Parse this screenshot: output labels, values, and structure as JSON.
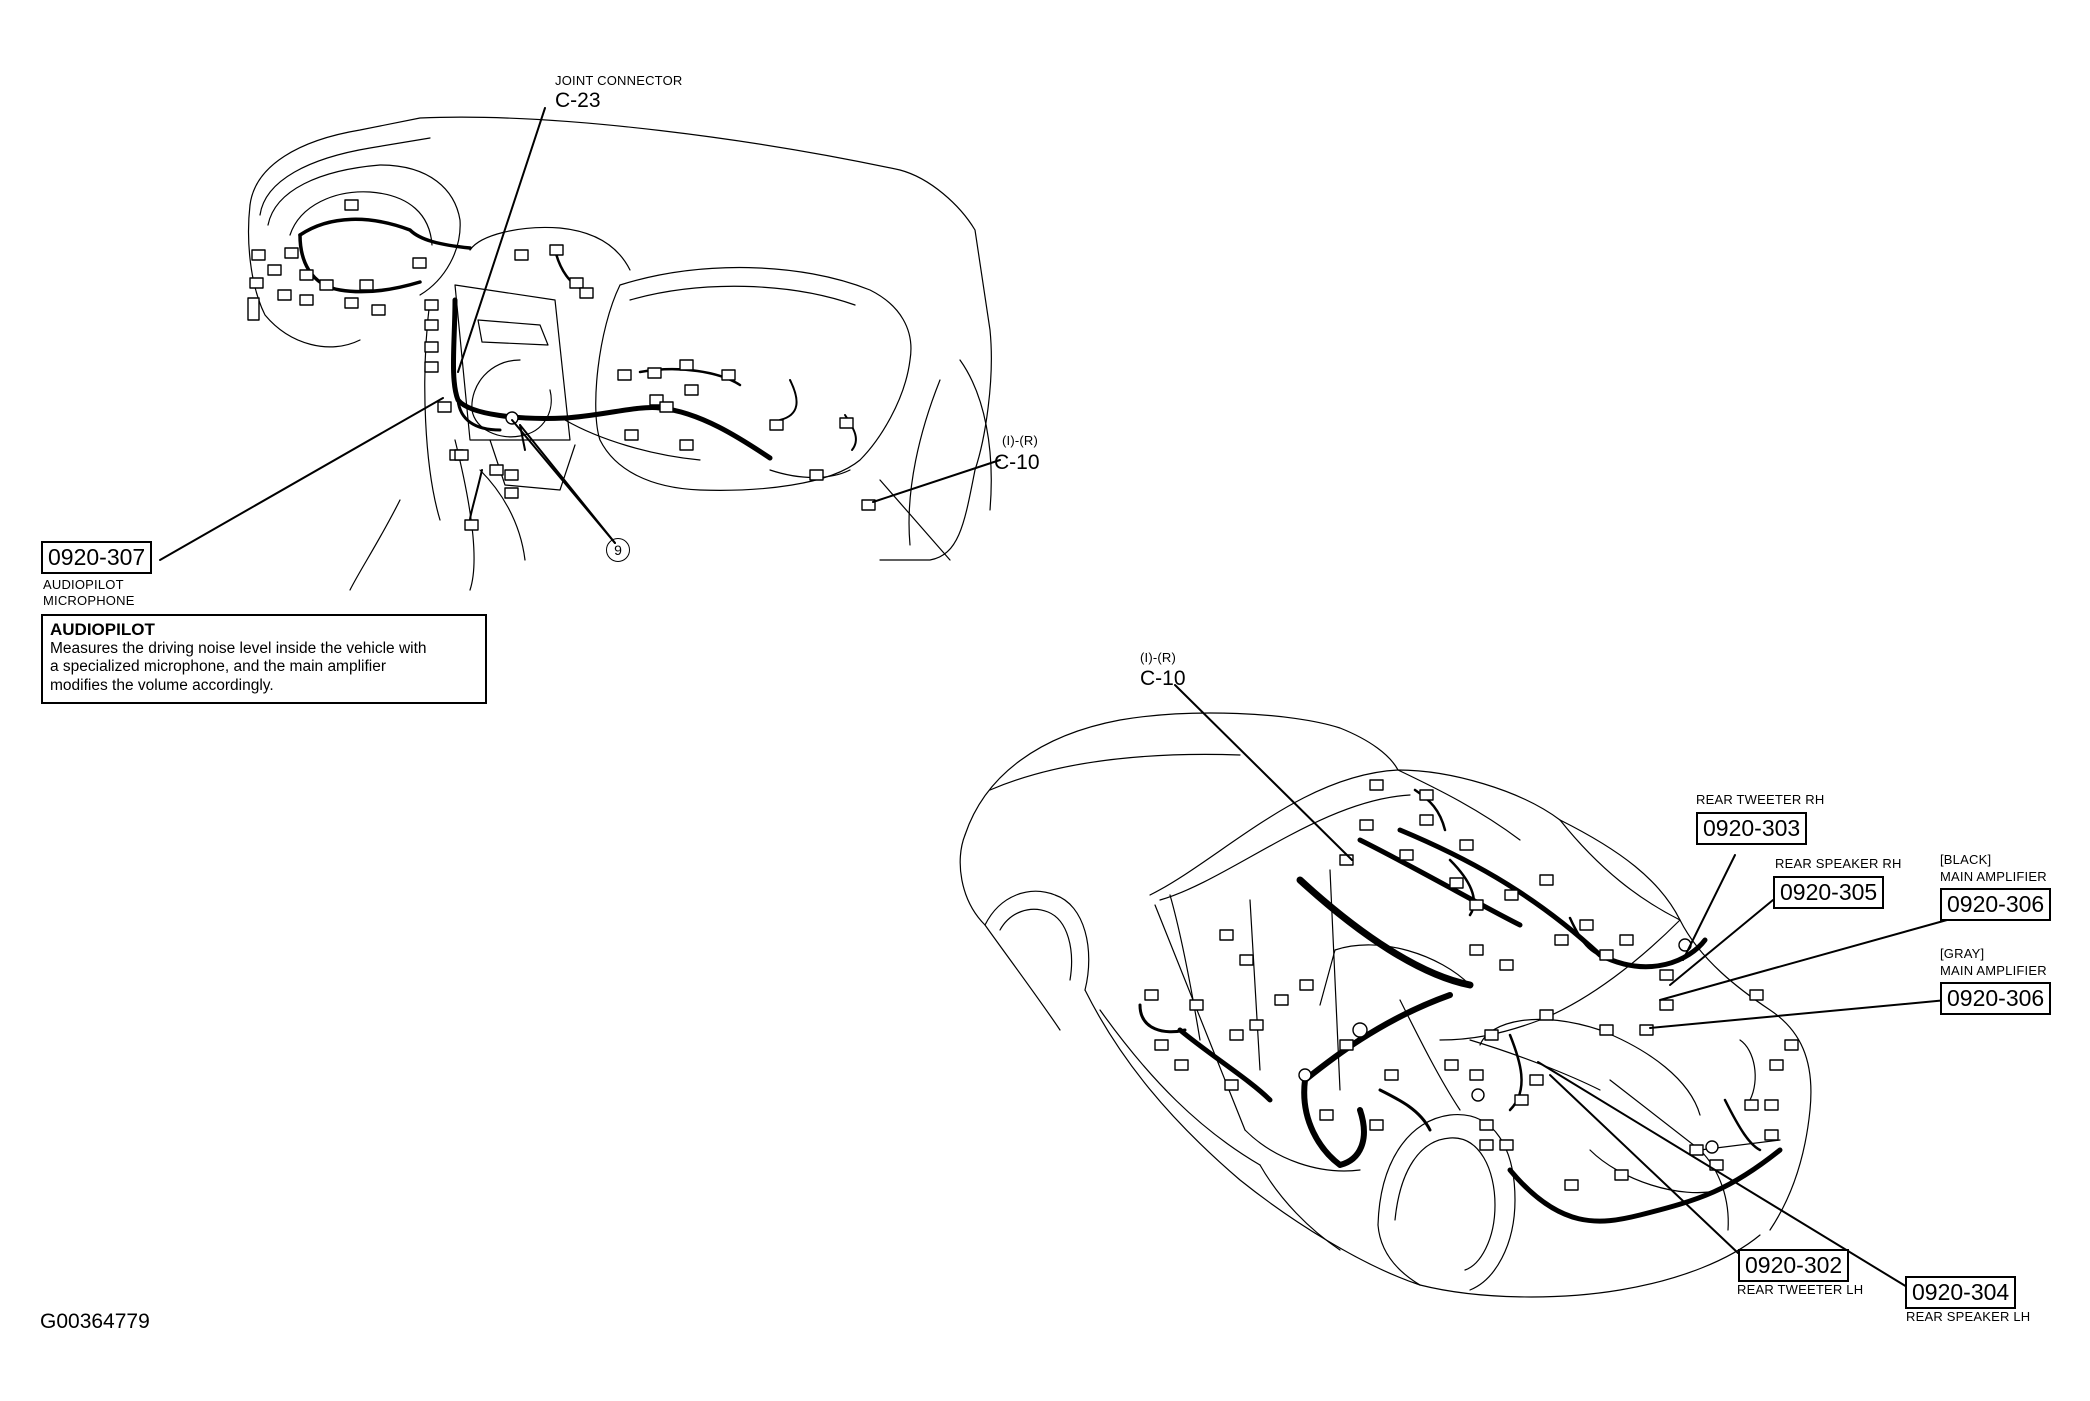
{
  "dashboard": {
    "joint_connector": {
      "caption": "JOINT CONNECTOR",
      "code": "C-23"
    },
    "c10": {
      "caption": "(I)-(R)",
      "code": "C-10"
    },
    "callout_number": "9",
    "microphone": {
      "code": "0920-307",
      "caption_line1": "AUDIOPILOT",
      "caption_line2": "MICROPHONE"
    },
    "note": {
      "title": "AUDIOPILOT",
      "lines": [
        "Measures the driving noise level inside the vehicle with",
        "a specialized microphone, and the main amplifier",
        "modifies the volume accordingly."
      ]
    }
  },
  "car": {
    "c10": {
      "caption": "(I)-(R)",
      "code": "C-10"
    },
    "rear_tweeter_rh": {
      "caption": "REAR TWEETER RH",
      "code": "0920-303"
    },
    "rear_speaker_rh": {
      "caption": "REAR SPEAKER RH",
      "code": "0920-305"
    },
    "main_amp_black": {
      "caption_line1": "[BLACK]",
      "caption_line2": "MAIN AMPLIFIER",
      "code": "0920-306"
    },
    "main_amp_gray": {
      "caption_line1": "[GRAY]",
      "caption_line2": "MAIN AMPLIFIER",
      "code": "0920-306"
    },
    "rear_tweeter_lh": {
      "caption": "REAR TWEETER LH",
      "code": "0920-302"
    },
    "rear_speaker_lh": {
      "caption": "REAR SPEAKER LH",
      "code": "0920-304"
    }
  },
  "figure_id": "G00364779"
}
